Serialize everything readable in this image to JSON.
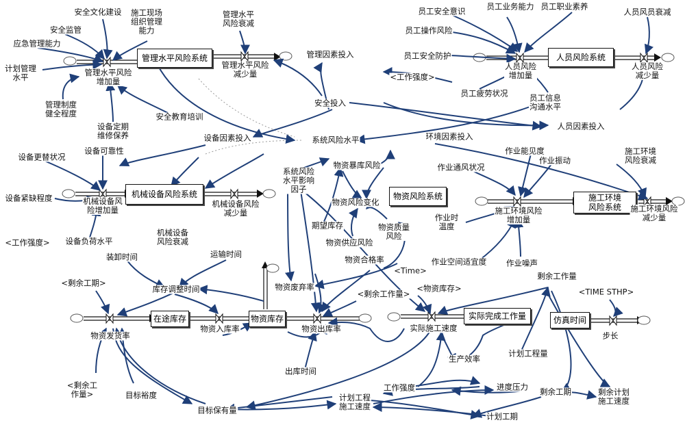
{
  "stocks": [
    {
      "id": "mgmt_sys",
      "label": "管理水平风险系统"
    },
    {
      "id": "staff_sys",
      "label": "人员风险系统"
    },
    {
      "id": "equip_sys",
      "label": "机械设备风险系统"
    },
    {
      "id": "material_sys",
      "label": "物资风险系统"
    },
    {
      "id": "env_sys",
      "label": "施工环境\n风险系统"
    },
    {
      "id": "transit",
      "label": "在途库存"
    },
    {
      "id": "inventory",
      "label": "物资库存"
    },
    {
      "id": "done_work",
      "label": "实际完成工作量"
    },
    {
      "id": "sim_time",
      "label": "仿真时间"
    }
  ],
  "variables": [
    {
      "id": "safety_culture",
      "label": "安全文化建设"
    },
    {
      "id": "site_mgmt",
      "label": "施工现场\n组织管理\n能力"
    },
    {
      "id": "mgmt_decay",
      "label": "管理水平\n风险衰减"
    },
    {
      "id": "safety_supervision",
      "label": "安全监管"
    },
    {
      "id": "emergency",
      "label": "应急管理能力"
    },
    {
      "id": "plan_mgmt",
      "label": "计划管理\n水平"
    },
    {
      "id": "mgmt_in",
      "label": "管理水平风险\n增加量"
    },
    {
      "id": "mgmt_out",
      "label": "管理水平风险\n减少量"
    },
    {
      "id": "mgmt_invest",
      "label": "管理因素投入"
    },
    {
      "id": "mgmt_rules",
      "label": "管理制度\n健全程度"
    },
    {
      "id": "maintenance",
      "label": "设备定期\n维修保养"
    },
    {
      "id": "safety_training",
      "label": "安全教育培训"
    },
    {
      "id": "safety_invest",
      "label": "安全投入"
    },
    {
      "id": "equip_invest",
      "label": "设备因素投入"
    },
    {
      "id": "sys_risk",
      "label": "系统风险水平"
    },
    {
      "id": "env_invest",
      "label": "环境因素投入"
    },
    {
      "id": "staff_invest",
      "label": "人员因素投入"
    },
    {
      "id": "staff_awareness",
      "label": "员工安全意识"
    },
    {
      "id": "staff_ability",
      "label": "员工业务能力"
    },
    {
      "id": "staff_quality",
      "label": "员工职业素养"
    },
    {
      "id": "staff_decay",
      "label": "人员风员衰减"
    },
    {
      "id": "staff_op_risk",
      "label": "员工操作风险"
    },
    {
      "id": "staff_protect",
      "label": "员工安全防护"
    },
    {
      "id": "staff_in",
      "label": "人员风险\n增加量"
    },
    {
      "id": "staff_out",
      "label": "人员风险\n减少量"
    },
    {
      "id": "work_intensity_g1",
      "label": "<工作强度>"
    },
    {
      "id": "fatigue",
      "label": "员工疲劳状况"
    },
    {
      "id": "comm",
      "label": "员工信息\n沟通水平"
    },
    {
      "id": "equip_reliability",
      "label": "设备可靠性"
    },
    {
      "id": "equip_update",
      "label": "设备更替状况"
    },
    {
      "id": "equip_shortage",
      "label": "设备紧缺程度"
    },
    {
      "id": "equip_in",
      "label": "机械设备风\n险增加量"
    },
    {
      "id": "equip_out",
      "label": "机械设备风险\n减少量"
    },
    {
      "id": "equip_decay",
      "label": "机械设备\n风险衰减"
    },
    {
      "id": "work_intensity_g2",
      "label": "<工作强度>"
    },
    {
      "id": "equip_load",
      "label": "设备负荷水平"
    },
    {
      "id": "risk_factor",
      "label": "系统风险\n水平影响\n因子"
    },
    {
      "id": "material_exposure",
      "label": "物资暴库风险"
    },
    {
      "id": "material_change",
      "label": "物资风险变化"
    },
    {
      "id": "expected_stock",
      "label": "期望库存"
    },
    {
      "id": "material_quality",
      "label": "物资质量\n风险"
    },
    {
      "id": "supply_risk",
      "label": "物资供应风险"
    },
    {
      "id": "pass_rate",
      "label": "物资合格率"
    },
    {
      "id": "time_g",
      "label": "<Time>"
    },
    {
      "id": "ventilation",
      "label": "作业通风状况"
    },
    {
      "id": "visibility",
      "label": "作业能见度"
    },
    {
      "id": "vibration",
      "label": "作业振动"
    },
    {
      "id": "env_decay",
      "label": "施工环境\n风险衰减"
    },
    {
      "id": "temperature",
      "label": "作业时\n温度"
    },
    {
      "id": "env_in",
      "label": "施工环境风险\n增加量"
    },
    {
      "id": "env_out",
      "label": "施工环境风险\n减少量"
    },
    {
      "id": "space",
      "label": "作业空间适宜度"
    },
    {
      "id": "noise",
      "label": "作业噪声"
    },
    {
      "id": "unload_time",
      "label": "装卸时间"
    },
    {
      "id": "transport_time",
      "label": "运输时间"
    },
    {
      "id": "remaining_g1",
      "label": "<剩余工期>"
    },
    {
      "id": "stock_adj_time",
      "label": "库存调整时间"
    },
    {
      "id": "scrap_rate",
      "label": "物资废弃率"
    },
    {
      "id": "remaining_work_g1",
      "label": "<剩余工作量>"
    },
    {
      "id": "stock_g",
      "label": "<物资库存>"
    },
    {
      "id": "remaining_work",
      "label": "剩余工作量"
    },
    {
      "id": "time_step_g",
      "label": "<TIME STHP>"
    },
    {
      "id": "ship_rate",
      "label": "物资发货率"
    },
    {
      "id": "in_rate",
      "label": "物资入库率"
    },
    {
      "id": "out_rate",
      "label": "物资出库率"
    },
    {
      "id": "actual_speed",
      "label": "实际施工速度"
    },
    {
      "id": "step",
      "label": "步长"
    },
    {
      "id": "productivity",
      "label": "生产效率"
    },
    {
      "id": "out_time",
      "label": "出库时间"
    },
    {
      "id": "plan_work",
      "label": "计划工程量"
    },
    {
      "id": "remaining_work_g2",
      "label": "<剩余工\n作量>"
    },
    {
      "id": "target_margin",
      "label": "目标裕度"
    },
    {
      "id": "work_intensity",
      "label": "工作强度"
    },
    {
      "id": "schedule_pressure",
      "label": "进度压力"
    },
    {
      "id": "remaining_period",
      "label": "剩余工期"
    },
    {
      "id": "remaining_plan_speed",
      "label": "剩余计划\n施工速度"
    },
    {
      "id": "target_stock",
      "label": "目标保有量"
    },
    {
      "id": "plan_speed",
      "label": "计划工程\n施工速度"
    },
    {
      "id": "plan_period",
      "label": "计划工期"
    }
  ]
}
